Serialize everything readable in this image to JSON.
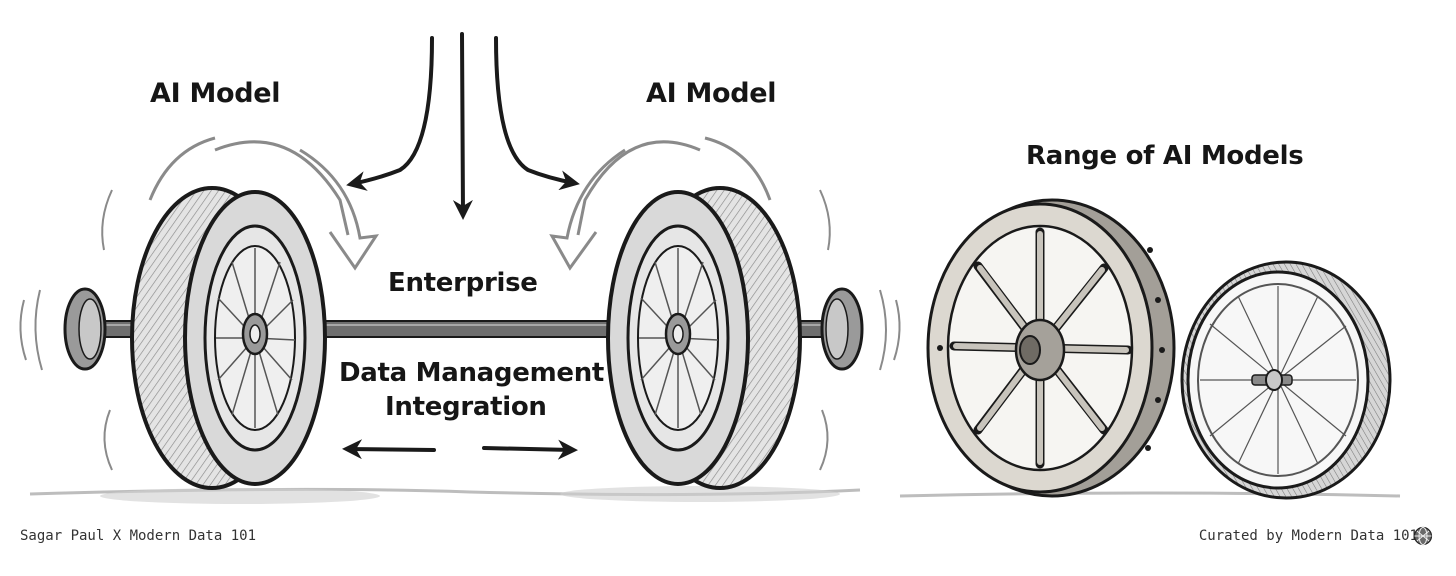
{
  "diagram": {
    "left_wheel_label": "AI Model",
    "right_wheel_label": "AI Model",
    "axle_center_label": "Enterprise",
    "axle_lower_label_line1": "Data Management",
    "axle_lower_label_line2": "Integration",
    "right_panel_title": "Range of AI Models"
  },
  "footer": {
    "left_credit": "Sagar Paul X Modern Data 101",
    "right_credit": "Curated by Modern Data 101"
  },
  "icons": [
    "curved-arrow-icon",
    "straight-arrow-icon",
    "rotation-arrow-icon",
    "globe-logo-icon"
  ],
  "colors": {
    "ink": "#1a1a1a",
    "tire": "#d9d9d9",
    "wood": "#c8c4bc",
    "background": "#ffffff"
  }
}
